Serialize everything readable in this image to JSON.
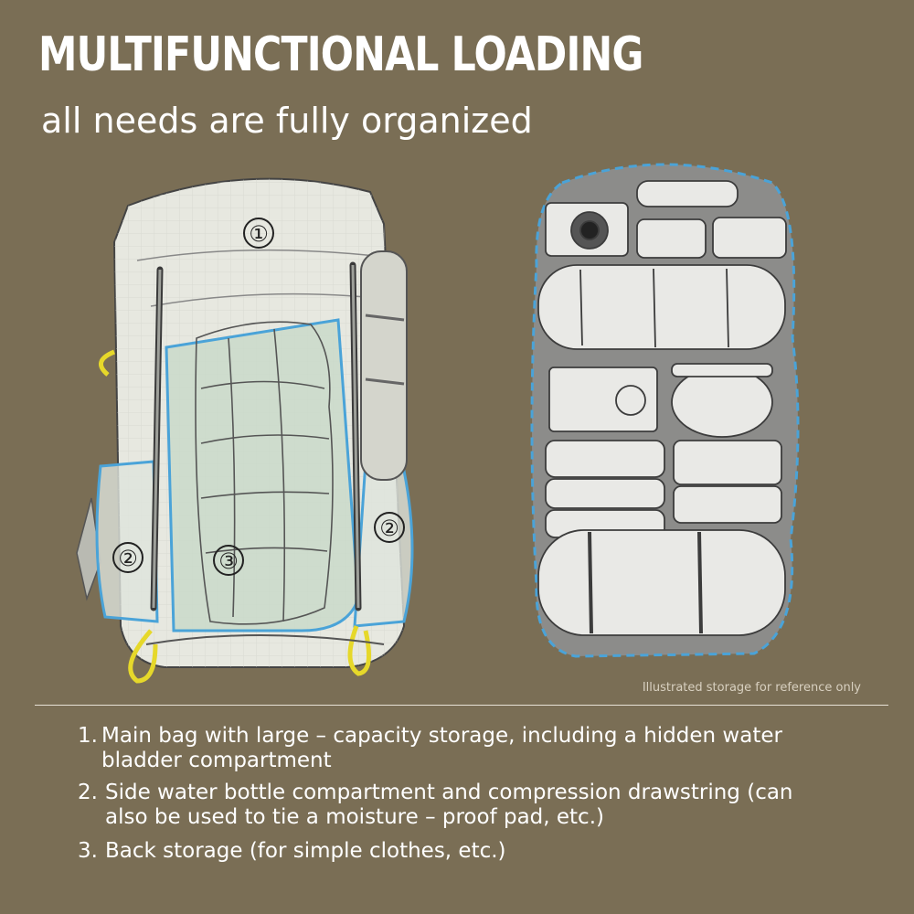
{
  "header": {
    "title": "MULTIFUNCTIONAL LOADING",
    "subtitle": "all needs are fully organized"
  },
  "backpack": {
    "label_main": "①",
    "label_side": "②",
    "label_back": "③"
  },
  "storage_caption": "Illustrated storage for reference only",
  "features": [
    {
      "num": "1.",
      "text": "Main bag with large – capacity storage, including a hidden water bladder compartment"
    },
    {
      "num": "2.",
      "text": "Side water bottle compartment and compression drawstring (can also be used to tie a moisture – proof pad, etc.)"
    },
    {
      "num": "3.",
      "text": "Back storage (for simple clothes, etc.)"
    }
  ],
  "colors": {
    "background": "#7a6e55",
    "highlight_blue": "#4aa3d8",
    "accent_yellow": "#e6d82a"
  }
}
